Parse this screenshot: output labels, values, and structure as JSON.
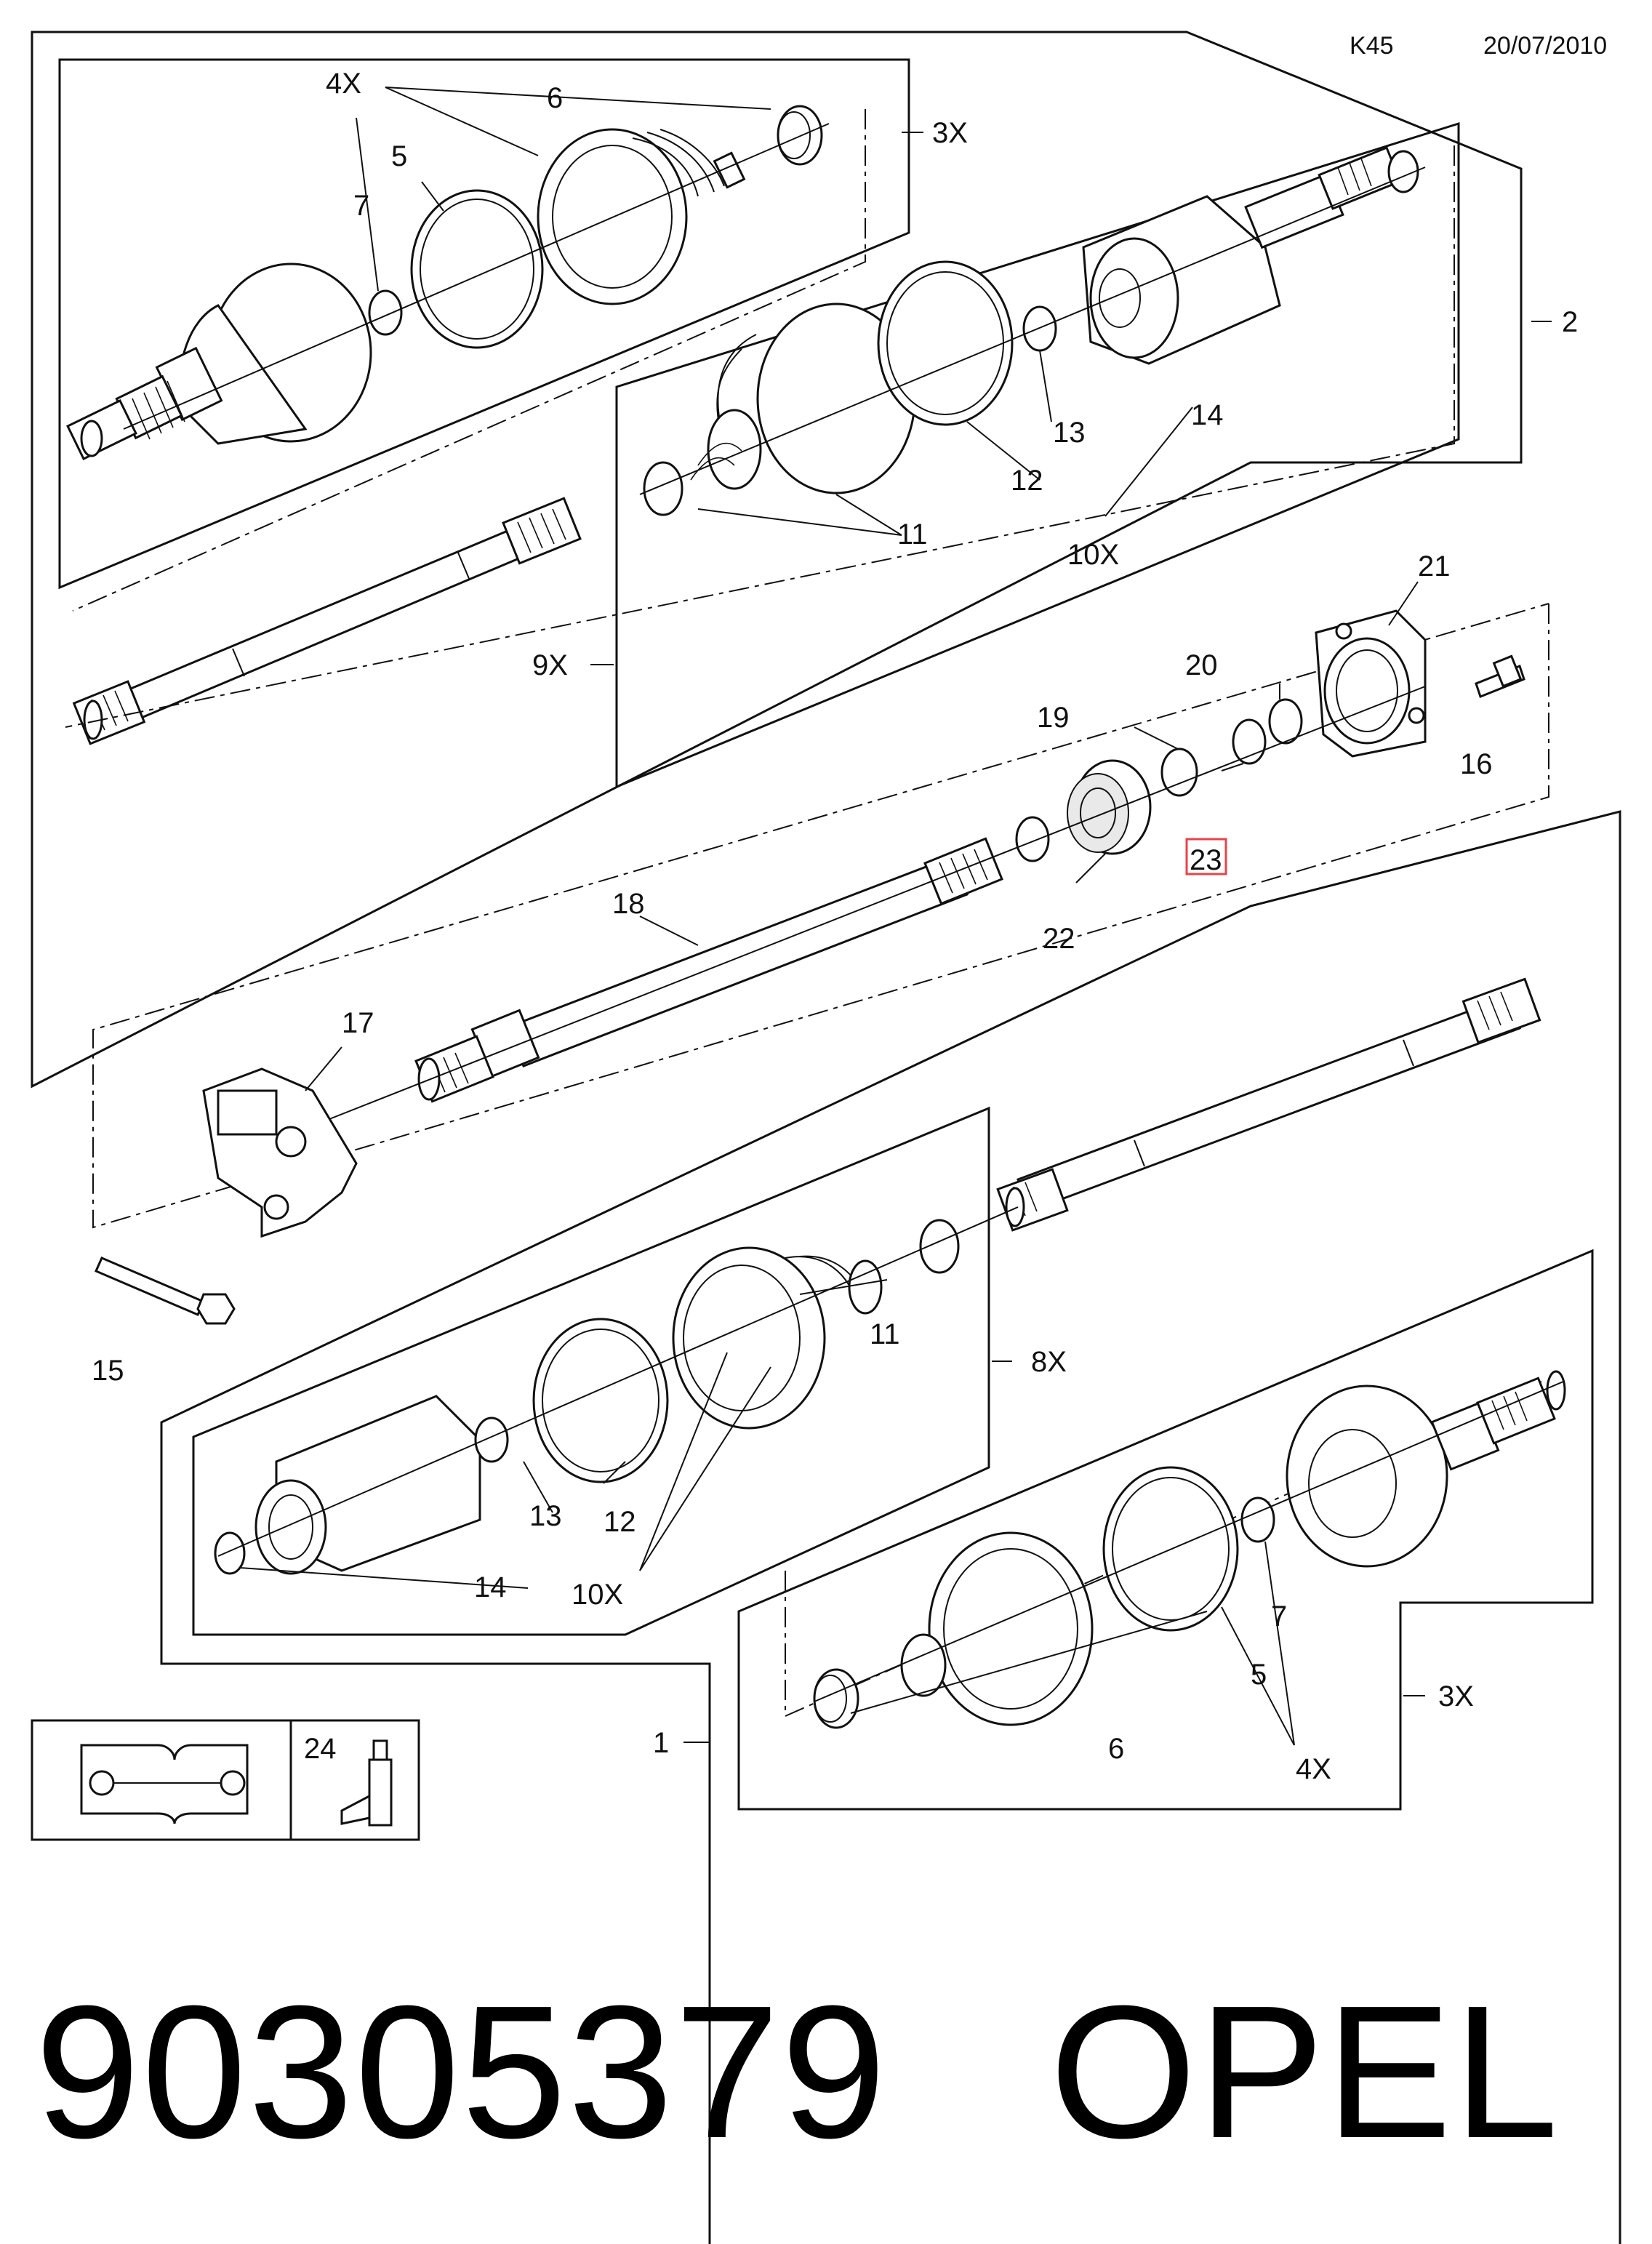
{
  "header": {
    "code": "K45",
    "date": "20/07/2010"
  },
  "highlight_color": "#e8434a",
  "callouts": {
    "c1": "1",
    "c2": "2",
    "c3x_top": "3X",
    "c3x_bottom": "3X",
    "c4x_top": "4X",
    "c4x_bottom": "4X",
    "c5_top": "5",
    "c5_bottom": "5",
    "c6_top": "6",
    "c6_bottom": "6",
    "c7_top": "7",
    "c7_bottom": "7",
    "c8x": "8X",
    "c9x": "9X",
    "c10x_top": "10X",
    "c10x_bottom": "10X",
    "c11_top": "11",
    "c11_bottom": "11",
    "c12_top": "12",
    "c12_bottom": "12",
    "c13_top": "13",
    "c13_bottom": "13",
    "c14_top": "14",
    "c14_bottom": "14",
    "c15": "15",
    "c16": "16",
    "c17": "17",
    "c18": "18",
    "c19": "19",
    "c20": "20",
    "c21": "21",
    "c22": "22",
    "c23": "23",
    "c24": "24"
  },
  "icons": {
    "manual": "repair-manual-icon",
    "lubricant": "grease-tube-icon"
  },
  "caption": {
    "part_number": "90305379",
    "brand": "OPEL"
  }
}
